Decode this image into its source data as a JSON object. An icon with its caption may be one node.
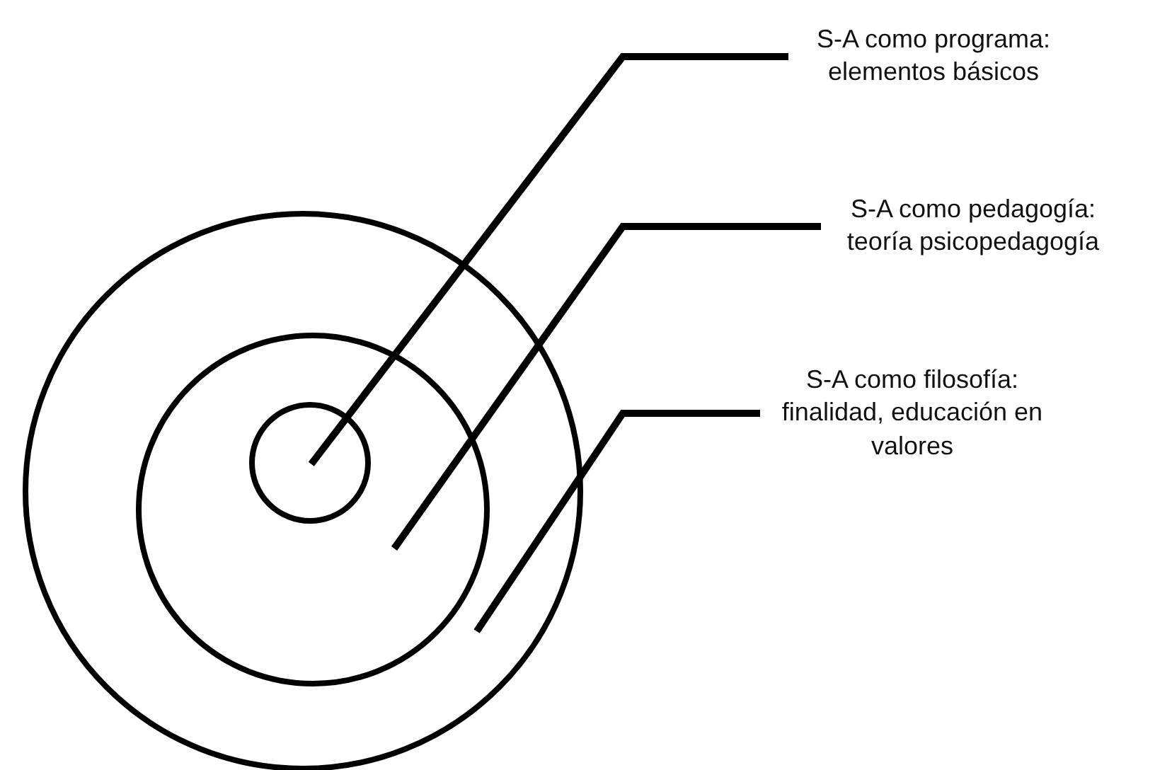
{
  "diagram": {
    "nodes": [
      {
        "text": [
          "S-A como programa: elementos básicos"
        ]
      },
      {
        "text": [
          "S-A como pedagogía: teoría psicopedagogía"
        ]
      },
      {
        "text": [
          "S-A como filosofía: finalidad, educación en valores"
        ]
      },
      {
        "text": [],
        "shape": "circle"
      },
      {
        "text": [],
        "shape": "circle",
        "in": 3
      },
      {
        "text": [],
        "shape": "circle",
        "in": 4
      }
    ],
    "edges": [
      {
        "from": 0,
        "to": 5,
        "arrow": "none"
      },
      {
        "from": 1,
        "to": 4,
        "arrow": "none"
      },
      {
        "from": 2,
        "to": 3,
        "arrow": "none"
      }
    ]
  }
}
